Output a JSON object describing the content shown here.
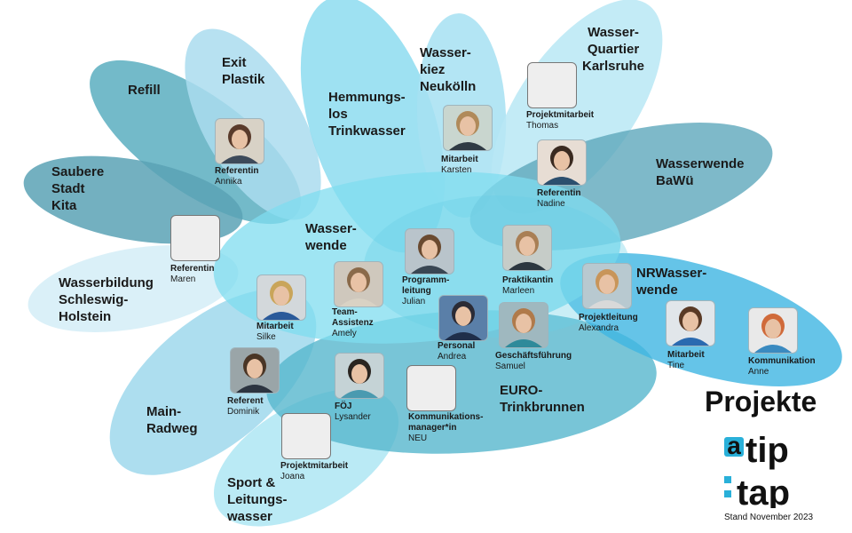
{
  "title": "Projekte",
  "stand": "Stand November 2023",
  "logo": {
    "line1": "tip",
    "line2": "tap",
    "mark1": "a",
    "mark2": ":"
  },
  "projects": [
    {
      "id": "refill",
      "name": "Refill"
    },
    {
      "id": "exit",
      "name": "Exit\nPlastik"
    },
    {
      "id": "hemmungslos",
      "name": "Hemmungs-\nlos\nTrinkwasser"
    },
    {
      "id": "neukoelln",
      "name": "Wasser-\nkiez\nNeukölln"
    },
    {
      "id": "karlsruhe",
      "name": "Wasser-\nQuartier\nKarlsruhe"
    },
    {
      "id": "bawue",
      "name": "Wasserwende\nBaWü"
    },
    {
      "id": "kita",
      "name": "Saubere\nStadt\nKita"
    },
    {
      "id": "wasserwende",
      "name": "Wasser-\nwende"
    },
    {
      "id": "sh",
      "name": "Wasserbildung\nSchleswig-\nHolstein"
    },
    {
      "id": "nrw",
      "name": "NRWasser-\nwende"
    },
    {
      "id": "main",
      "name": "Main-\nRadweg"
    },
    {
      "id": "euro",
      "name": "EURO-\nTrinkbrunnen"
    },
    {
      "id": "sport",
      "name": "Sport &\nLeitungs-\nwasser"
    }
  ],
  "people": [
    {
      "id": "annika",
      "role": "Referentin",
      "name": "Annika",
      "photo": true,
      "hair": "#5a3b2b",
      "shirt": "#3d4a5a",
      "bg": "#d8d2c6"
    },
    {
      "id": "karsten",
      "role": "Mitarbeit",
      "name": "Karsten",
      "photo": true,
      "hair": "#b08a5a",
      "shirt": "#2f3a44",
      "bg": "#c9d6cf"
    },
    {
      "id": "thomas",
      "role": "Projektmitarbeit",
      "name": "Thomas",
      "photo": false
    },
    {
      "id": "nadine",
      "role": "Referentin",
      "name": "Nadine",
      "photo": true,
      "hair": "#3a2a20",
      "shirt": "#2c4f6e",
      "bg": "#e7ddd4"
    },
    {
      "id": "maren",
      "role": "Referentin",
      "name": "Maren",
      "photo": false
    },
    {
      "id": "julian",
      "role": "Programm-\nleitung",
      "name": "Julian",
      "photo": true,
      "hair": "#6a4a30",
      "shirt": "#394653",
      "bg": "#b9c4cb"
    },
    {
      "id": "marleen",
      "role": "Praktikantin",
      "name": "Marleen",
      "photo": true,
      "hair": "#a97f55",
      "shirt": "#2d3740",
      "bg": "#c6ccc8"
    },
    {
      "id": "amely",
      "role": "Team-\nAssistenz",
      "name": "Amely",
      "photo": true,
      "hair": "#8a6a4a",
      "shirt": "#d9d2c4",
      "bg": "#cfc8bd"
    },
    {
      "id": "silke",
      "role": "Mitarbeit",
      "name": "Silke",
      "photo": true,
      "hair": "#c9a55a",
      "shirt": "#2a5a9a",
      "bg": "#d3d8db"
    },
    {
      "id": "andrea",
      "role": "Personal",
      "name": "Andrea",
      "photo": true,
      "hair": "#2b2b35",
      "shirt": "#1f2e4a",
      "bg": "#5a7fa8"
    },
    {
      "id": "samuel",
      "role": "Geschäftsführung",
      "name": "Samuel",
      "photo": true,
      "hair": "#b07a4a",
      "shirt": "#2f8a9a",
      "bg": "#9fb8bf"
    },
    {
      "id": "alexandra",
      "role": "Projektleitung",
      "name": "Alexandra",
      "photo": true,
      "hair": "#c8955a",
      "shirt": "#d9d9d9",
      "bg": "#b8c9d0"
    },
    {
      "id": "tine",
      "role": "Mitarbeit",
      "name": "Tine",
      "photo": true,
      "hair": "#5a3a25",
      "shirt": "#2a6ab0",
      "bg": "#e1e6ea"
    },
    {
      "id": "anne",
      "role": "Kommunikation",
      "name": "Anne",
      "photo": true,
      "hair": "#d06a3a",
      "shirt": "#3a8ac0",
      "bg": "#e9e9e9"
    },
    {
      "id": "dominik",
      "role": "Referent",
      "name": "Dominik",
      "photo": true,
      "hair": "#4a3525",
      "shirt": "#2c3440",
      "bg": "#9aa5a8"
    },
    {
      "id": "lysander",
      "role": "FÖJ",
      "name": "Lysander",
      "photo": true,
      "hair": "#2a2520",
      "shirt": "#4a9ab0",
      "bg": "#c5d3d6"
    },
    {
      "id": "neu",
      "role": "Kommunikations-\nmanager*in",
      "name": "NEU",
      "photo": false
    },
    {
      "id": "joana",
      "role": "Projektmitarbeit",
      "name": "Joana",
      "photo": false
    }
  ]
}
